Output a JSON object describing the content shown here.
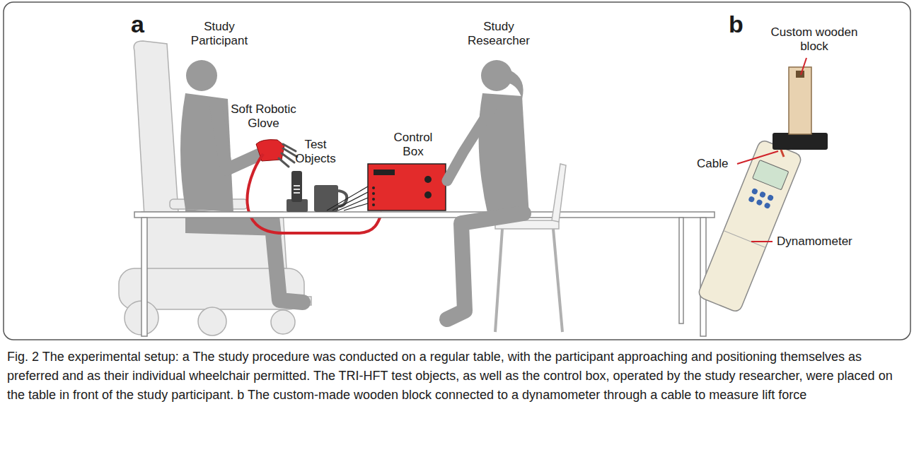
{
  "diagram": {
    "caption": "Fig. 2 The experimental setup: a The study procedure was conducted on a regular table, with the participant approaching and positioning themselves as preferred and as their individual wheelchair permitted. The TRI-HFT test objects, as well as the control box, operated by the study researcher, were placed on the table in front of the study participant. b The custom-made wooden block connected to a dynamometer through a cable to measure lift force",
    "labels": [
      "a",
      "Study Participant",
      "Soft Robotic Glove",
      "Test Objects",
      "Control Box",
      "Study Researcher",
      "b",
      "Custom wooden block",
      "Cable",
      "Dynamometer"
    ]
  }
}
